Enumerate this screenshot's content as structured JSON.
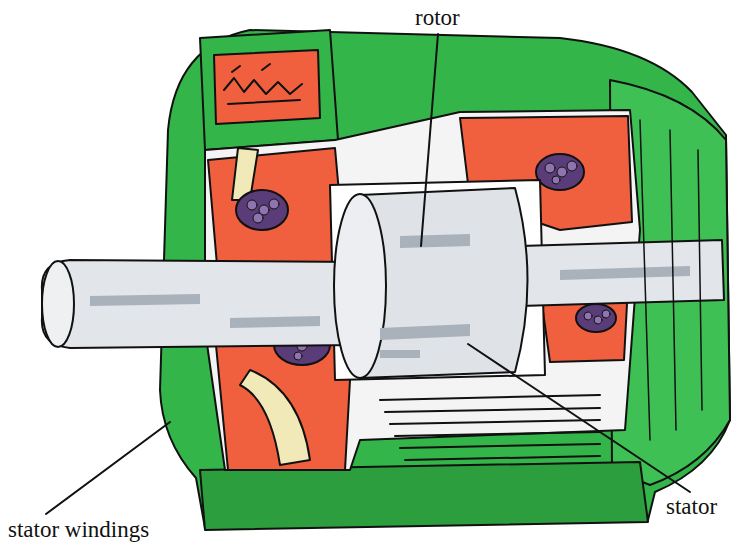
{
  "diagram": {
    "labels": [
      "rotor",
      "stator",
      "stator windings"
    ]
  }
}
